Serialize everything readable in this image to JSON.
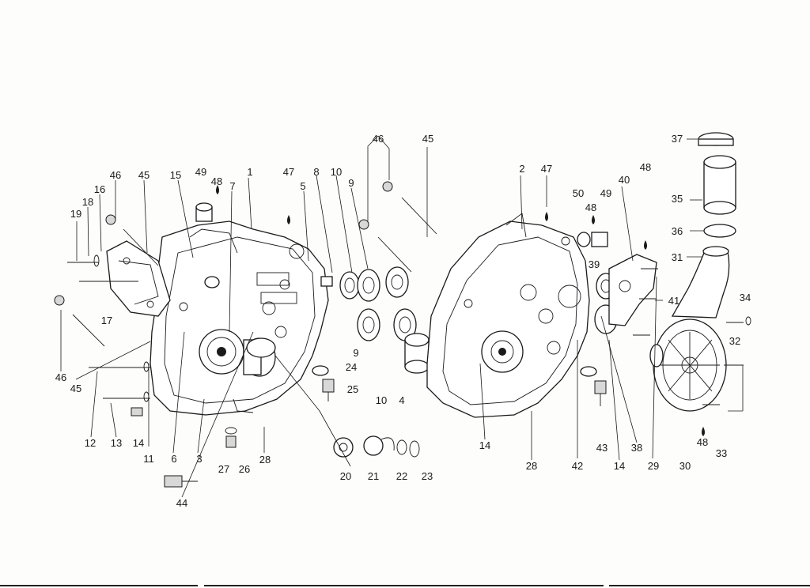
{
  "callouts": {
    "c1": "1",
    "c2": "2",
    "c3": "3",
    "c4": "4",
    "c5": "5",
    "c6": "6",
    "c7": "7",
    "c8": "8",
    "c9a": "9",
    "c9b": "9",
    "c10a": "10",
    "c10b": "10",
    "c11": "11",
    "c12": "12",
    "c13": "13",
    "c14a": "14",
    "c14b": "14",
    "c14c": "14",
    "c15": "15",
    "c16": "16",
    "c17": "17",
    "c18": "18",
    "c19": "19",
    "c20": "20",
    "c21": "21",
    "c22": "22",
    "c23": "23",
    "c24": "24",
    "c25": "25",
    "c26": "26",
    "c27": "27",
    "c28a": "28",
    "c28b": "28",
    "c29": "29",
    "c30": "30",
    "c31": "31",
    "c32": "32",
    "c33": "33",
    "c34": "34",
    "c35": "35",
    "c36": "36",
    "c37": "37",
    "c38": "38",
    "c39": "39",
    "c40": "40",
    "c41": "41",
    "c42": "42",
    "c43": "43",
    "c44": "44",
    "c45a": "45",
    "c45b": "45",
    "c45c": "45",
    "c46a": "46",
    "c46b": "46",
    "c46c": "46",
    "c47a": "47",
    "c47b": "47",
    "c48a": "48",
    "c48b": "48",
    "c48c": "48",
    "c48d": "48",
    "c49a": "49",
    "c49b": "49",
    "c50": "50"
  }
}
